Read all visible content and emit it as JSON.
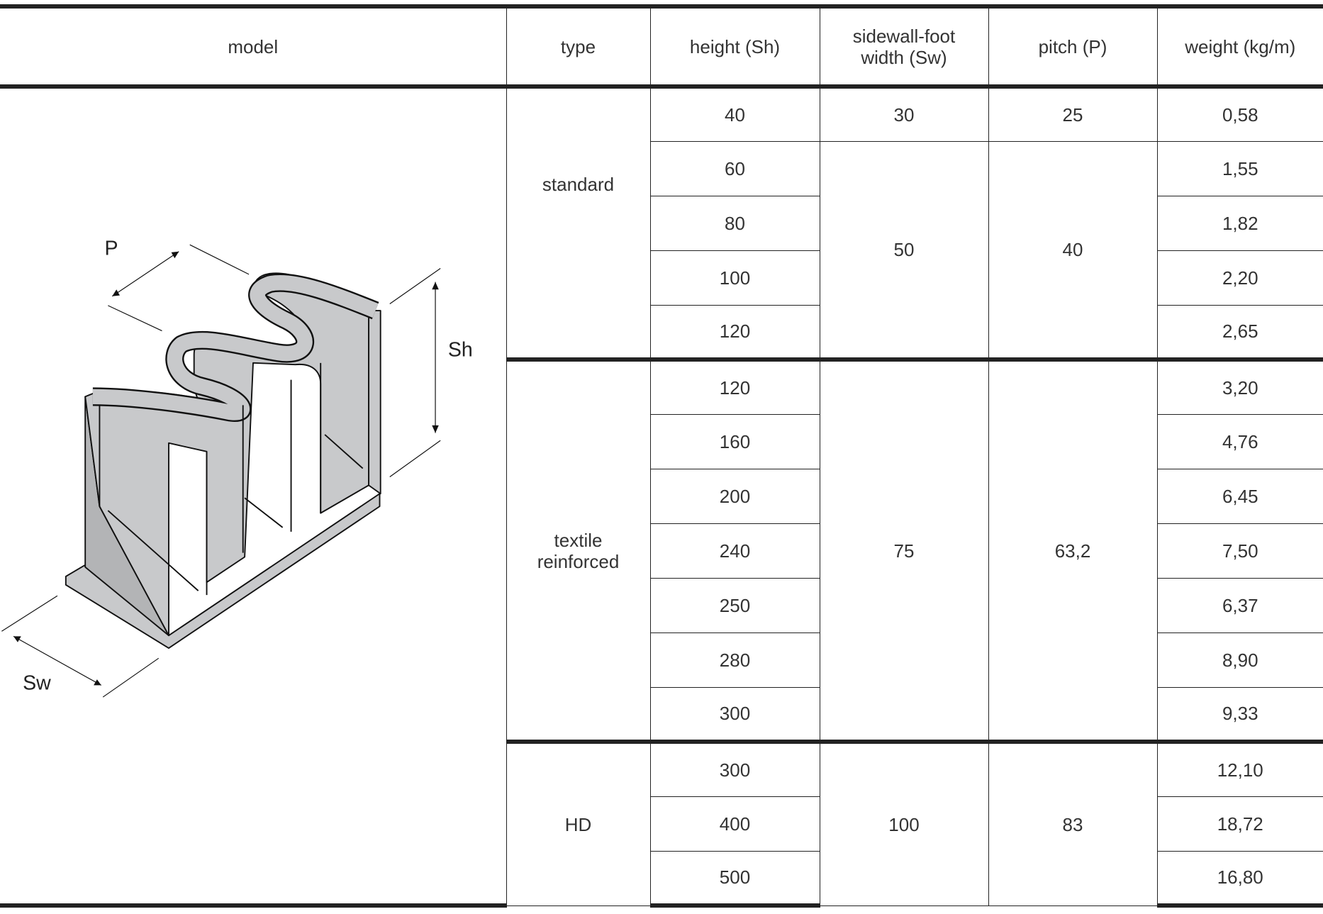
{
  "headers": {
    "model": "model",
    "type": "type",
    "height": "height (Sh)",
    "sidewall_line1": "sidewall-foot",
    "sidewall_line2": "width (Sw)",
    "pitch": "pitch (P)",
    "weight": "weight (kg/m)"
  },
  "figure": {
    "label_p": "P",
    "label_sh": "Sh",
    "label_sw": "Sw",
    "fill": "#c8c9cb"
  },
  "groups": [
    {
      "type": "standard",
      "sw": "50",
      "pitch": "40",
      "first_row": {
        "sw": "30",
        "pitch": "25"
      },
      "rows": [
        {
          "h": "40",
          "w": "0,58"
        },
        {
          "h": "60",
          "w": "1,55"
        },
        {
          "h": "80",
          "w": "1,82"
        },
        {
          "h": "100",
          "w": "2,20"
        },
        {
          "h": "120",
          "w": "2,65"
        }
      ]
    },
    {
      "type_line1": "textile",
      "type_line2": "reinforced",
      "sw": "75",
      "pitch": "63,2",
      "rows": [
        {
          "h": "120",
          "w": "3,20"
        },
        {
          "h": "160",
          "w": "4,76"
        },
        {
          "h": "200",
          "w": "6,45"
        },
        {
          "h": "240",
          "w": "7,50"
        },
        {
          "h": "250",
          "w": "6,37"
        },
        {
          "h": "280",
          "w": "8,90"
        },
        {
          "h": "300",
          "w": "9,33"
        }
      ]
    },
    {
      "type": "HD",
      "sw": "100",
      "pitch": "83",
      "rows": [
        {
          "h": "300",
          "w": "12,10"
        },
        {
          "h": "400",
          "w": "18,72"
        },
        {
          "h": "500",
          "w": "16,80"
        }
      ]
    }
  ]
}
